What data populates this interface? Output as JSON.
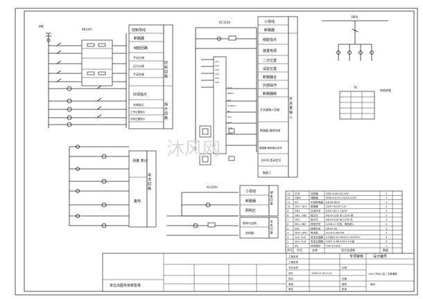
{
  "left_panel": {
    "top_left_label": "HK",
    "bus_label": "KK1/HY",
    "fn_labels": [
      "控制母线",
      "断路器",
      "储能回路",
      "手动分闸",
      "远方分闸",
      "手动合闸",
      "",
      "红绿指示",
      "",
      "合闸指示",
      "工作位置指示",
      "试验位置指示"
    ],
    "fn_group_1": "控 制 回 路",
    "fn_group_2": "指 示 回 路",
    "lower_labels": [
      "测量 表计",
      "备用"
    ],
    "lower_group": "电 流 回 路"
  },
  "middle_panel": {
    "dc_bus_label": "DC110V",
    "module_pins_top": [
      "101",
      "102",
      "103",
      "104",
      "105",
      "106"
    ],
    "module_pins_labels": [
      "SCO",
      "INPUT",
      "",
      "SEL",
      "OUTPUT",
      "PC",
      "AC1",
      "AC2",
      "CON",
      "COL"
    ],
    "right_labels": [
      "小母线",
      "断路器",
      "储能指示",
      "装置电源",
      "二次位置",
      "试验位置",
      "断路器合",
      "外部操作",
      "断路器跳",
      "开关量输入回路",
      "断路器 跳闸合闸",
      "断路器 跳闸闸合信号",
      "光纤同 差动信号",
      "保护通讯",
      "脑器 1"
    ],
    "right_group": "开 关 量 输 入",
    "ac_bus_label": "AC220V",
    "lower_right_labels": [
      "小母线",
      "断路器",
      "照明灯",
      "照明与加热",
      "加热器",
      "照明回路"
    ],
    "lower_vert_1": "储 能 回 路",
    "lower_vert_2": "加 热 回 路"
  },
  "right_panel": {
    "top_label": "380V",
    "small_table_title": "TA",
    "side_note": "电缆穿管"
  },
  "equipment_table": {
    "headers": [
      "序号",
      "代号",
      "名称",
      "型号及规格",
      "数量"
    ],
    "rows": [
      [
        "13",
        "SCB",
        "加热器",
        "DZB-20W DC110V",
        "2"
      ],
      [
        "12",
        "GBW",
        "储能器",
        "ERW-6-0.6-0.5S-DC110V",
        "1"
      ],
      [
        "11",
        "KA",
        "中间继电器",
        "ADCN-WGV",
        "1"
      ],
      [
        "10",
        "QF1~QF3",
        "断路器",
        "DZ47-60/1P C10",
        "3"
      ],
      [
        "9",
        "ZN1",
        "交流开关",
        "DZ47-60 C 10/2P",
        "1"
      ],
      [
        "8",
        "GB1, GB2",
        "指示灯",
        "AD16-22D DC110V 绿",
        "2"
      ],
      [
        "7",
        "HG1",
        "指示灯",
        "AD16-22D DC110V 红",
        "1"
      ],
      [
        "6",
        "SB1, SB2",
        "按钮开关",
        "LA38-11 红色、黄色各1",
        "2"
      ],
      [
        "5",
        "SA1",
        "转换开关",
        "LW39-16",
        "1"
      ],
      [
        "4",
        "QF4~QF6",
        "电流表",
        "42L6-A 400/5A",
        "1"
      ],
      [
        "3",
        "1LA, 2LA",
        "电流互感器",
        "LZZBJ9-10 400/5 0.5/10P10",
        "3"
      ],
      [
        "2",
        "1LH, 2LH",
        "电流互感器",
        "LMZ1-0.66 400/5 0.5级",
        "3"
      ],
      [
        "1",
        "SA",
        "综合保护",
        "TZP-3/100A",
        "1"
      ]
    ]
  },
  "title_block": {
    "unit_label": "单位出图专用章签章",
    "design_label": "专项审核",
    "project_code": "设计编号",
    "drawing_title": "10kV 开闭入线二次原理图",
    "rows": [
      "工程名称",
      "工程负责",
      "专业负责",
      "设计",
      "校对",
      "审核",
      "审定"
    ],
    "scale": "比例",
    "date": "日期",
    "sheet": "图号",
    "stage": "阶段",
    "version": "版本",
    "filename": "10KV-01-02-1-01"
  },
  "watermark": "沐风网"
}
